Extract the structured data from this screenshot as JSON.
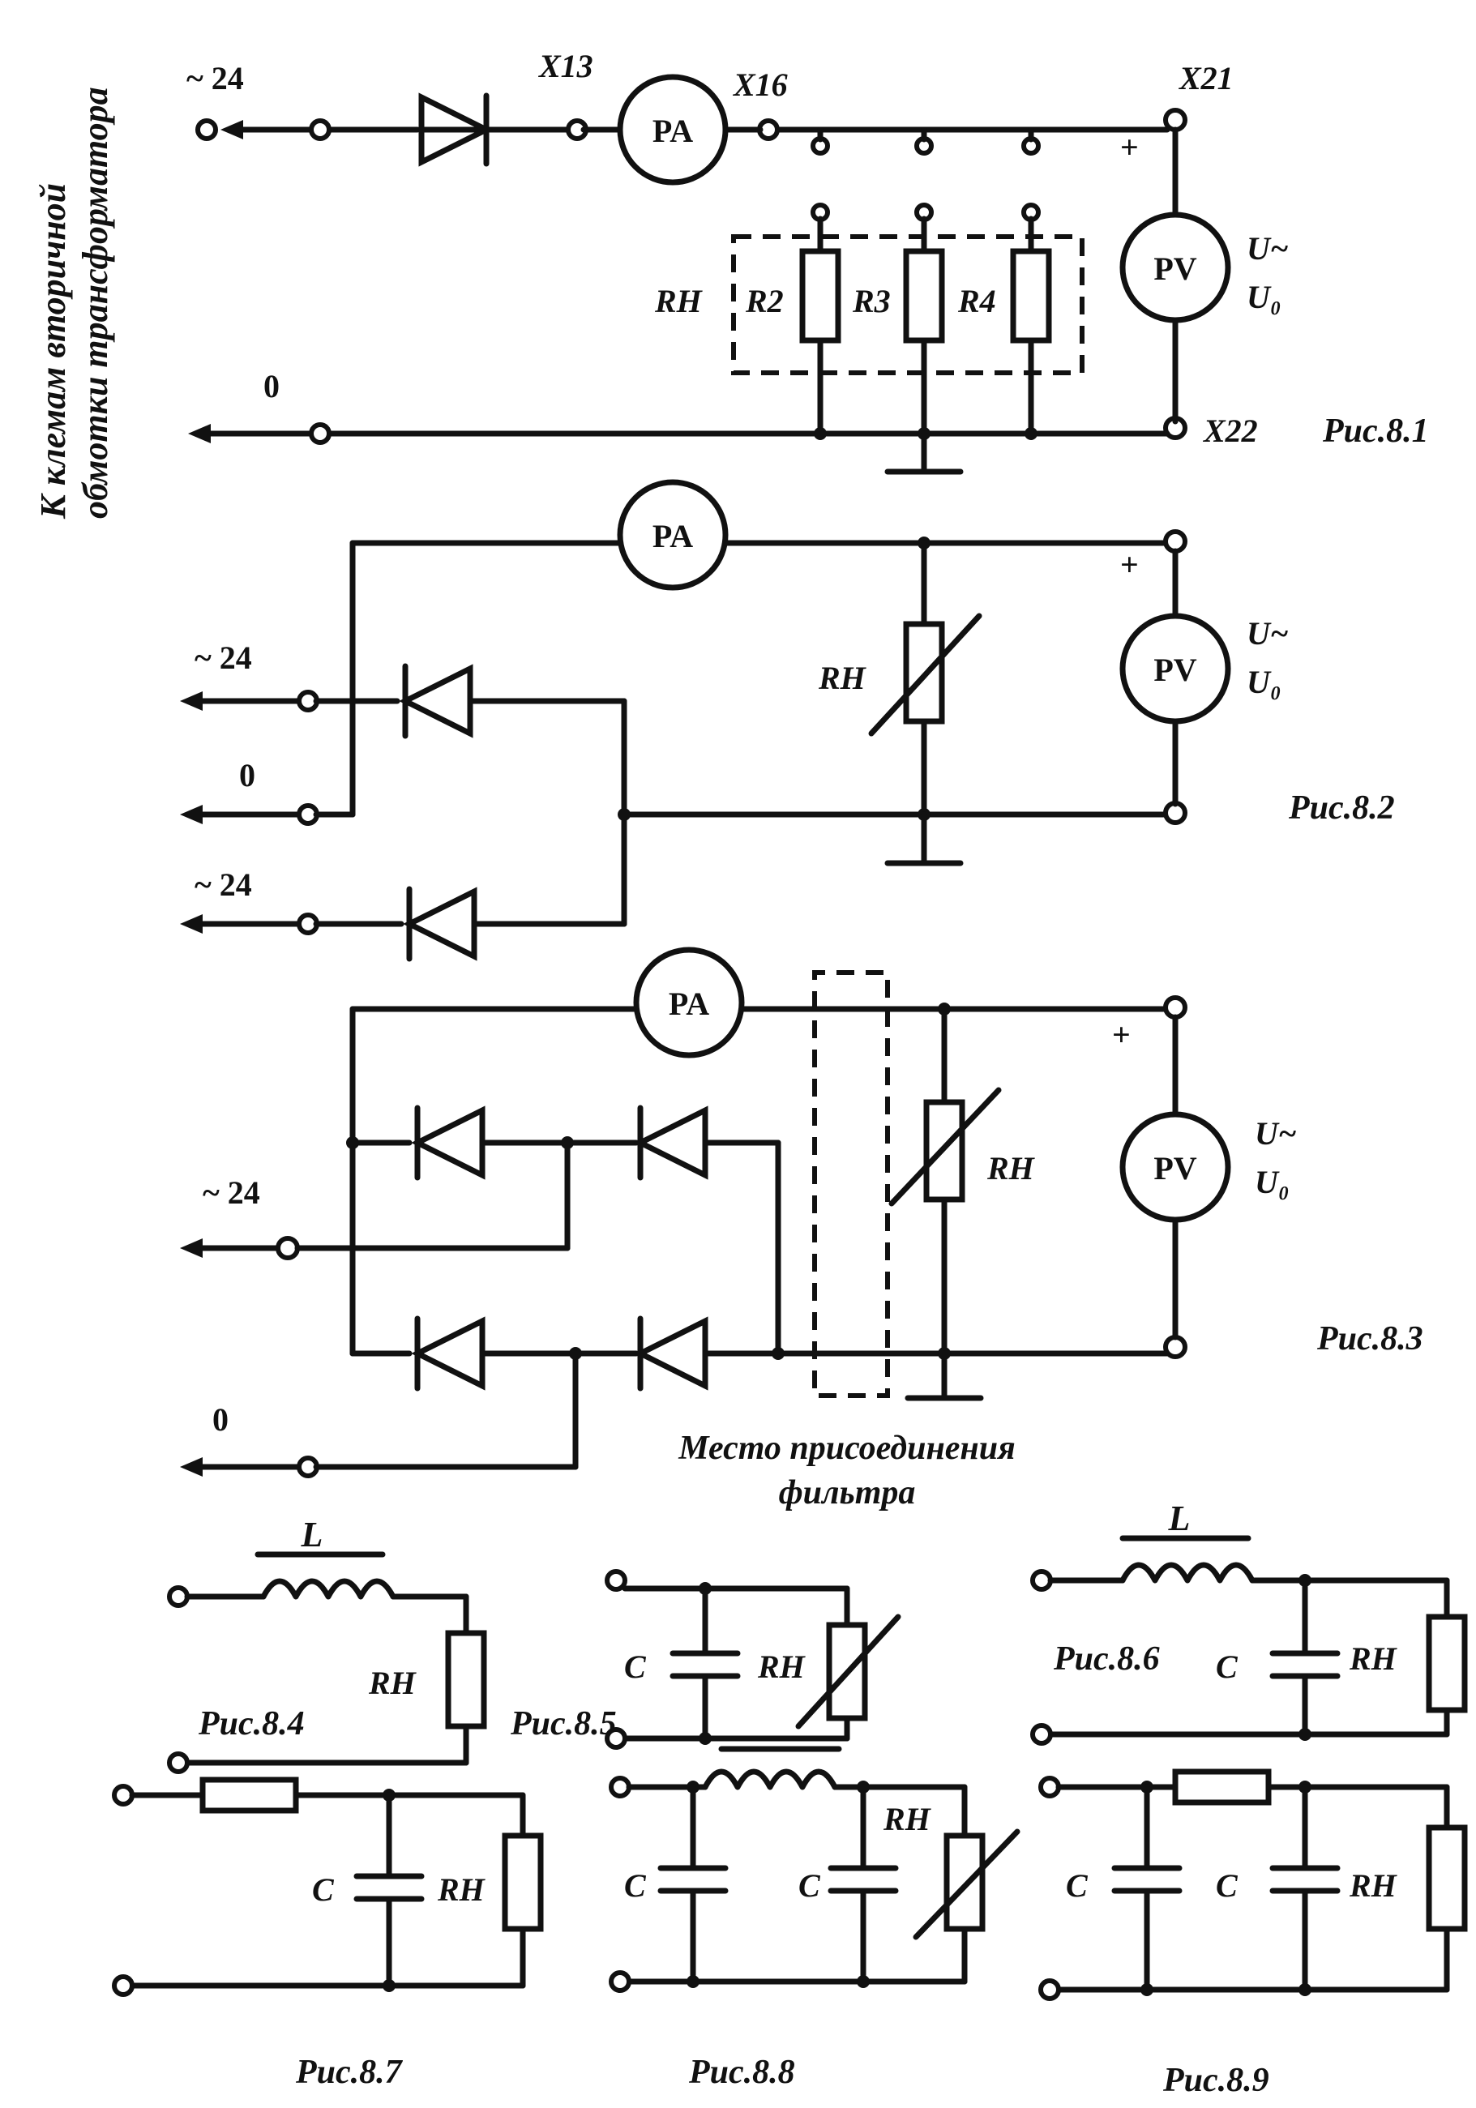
{
  "side_label": {
    "line1": "К клемам вторичной",
    "line2": "обмотки трансформатора"
  },
  "fig1": {
    "input_ac": "~ 24",
    "input_zero": "0",
    "x13": "X13",
    "x16": "X16",
    "x21": "X21",
    "x22": "X22",
    "ammeter": "PA",
    "voltmeter": "PV",
    "plus": "+",
    "u_ac": "U~",
    "u_dc": "U₀",
    "load_group": "RH",
    "r2": "R2",
    "r3": "R3",
    "r4": "R4",
    "caption": "Рис.8.1"
  },
  "fig2": {
    "input_ac_top": "~ 24",
    "input_zero": "0",
    "input_ac_bottom": "~ 24",
    "ammeter": "PA",
    "voltmeter": "PV",
    "plus": "+",
    "u_ac": "U~",
    "u_dc": "U₀",
    "load": "RH",
    "caption": "Рис.8.2"
  },
  "fig3": {
    "input_ac": "~ 24",
    "input_zero": "0",
    "ammeter": "PA",
    "voltmeter": "PV",
    "plus": "+",
    "u_ac": "U~",
    "u_dc": "U₀",
    "load": "RH",
    "caption": "Рис.8.3",
    "filter_note_line1": "Место присоединения",
    "filter_note_line2": "фильтра"
  },
  "fig4": {
    "inductor": "L",
    "load": "RH",
    "caption": "Рис.8.4"
  },
  "fig5": {
    "capacitor": "C",
    "load": "RH",
    "caption": "Рис.8.5"
  },
  "fig6": {
    "inductor": "L",
    "capacitor": "C",
    "load": "RH",
    "caption": "Рис.8.6"
  },
  "fig7": {
    "capacitor": "C",
    "load": "RH",
    "caption": "Рис.8.7"
  },
  "fig8": {
    "capacitor1": "C",
    "capacitor2": "C",
    "load": "RH",
    "caption": "Рис.8.8"
  },
  "fig9": {
    "capacitor1": "C",
    "capacitor2": "C",
    "load": "RH",
    "caption": "Рис.8.9"
  }
}
